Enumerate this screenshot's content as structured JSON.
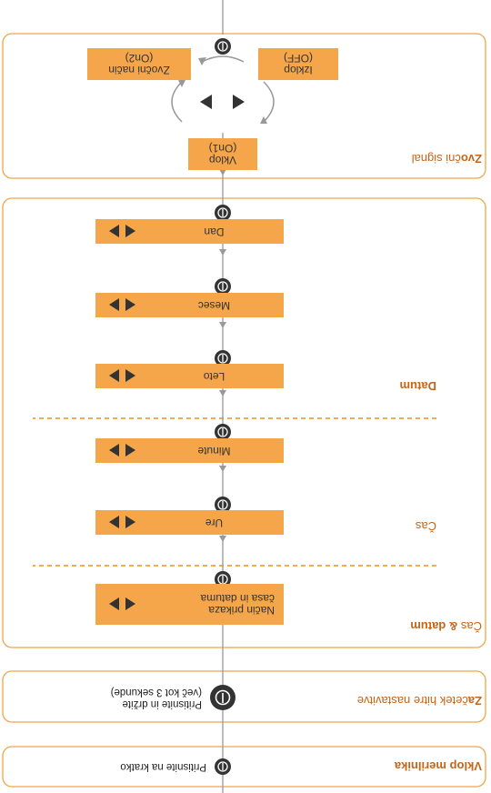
{
  "sections": {
    "vklop": {
      "title": "Vklop merilnika",
      "note": "Pritisnite na kratko"
    },
    "zacetek": {
      "title_bold": "Za",
      "title_rest": "četek hitre nastavitve",
      "note_line1": "Pritisnite in držite",
      "note_line2": "(več kot 3 sekunde)"
    },
    "cas_datum": {
      "title_plain": "Čas ",
      "title_bold": "& datum",
      "sub_cas": "Čas",
      "sub_datum": "Datum"
    },
    "zvocni": {
      "title_bold": "Zvo",
      "title_rest": "čni signal"
    }
  },
  "boxes": {
    "nacin": {
      "line1": "Način prikaza",
      "line2": "časa in datuma"
    },
    "ure": "Ure",
    "minute": "Minute",
    "leto": "Leto",
    "mesec": "Mesec",
    "dan": "Dan",
    "vklop_on1": {
      "line1": "Vklop",
      "line2": "(On1)"
    },
    "izklop_off": {
      "line1": "Izklop",
      "line2": "(OFF)"
    },
    "zvocni_on2": {
      "line1": "Zvočni način",
      "line2": "(On2)"
    }
  },
  "colors": {
    "accent": "#f5a54a",
    "border": "#f0a545",
    "dashed": "#e9901f",
    "button": "#333333",
    "arrow": "#999999"
  },
  "icons": {
    "button": "power-button-icon",
    "nav": "arrow-left-right-icon"
  }
}
